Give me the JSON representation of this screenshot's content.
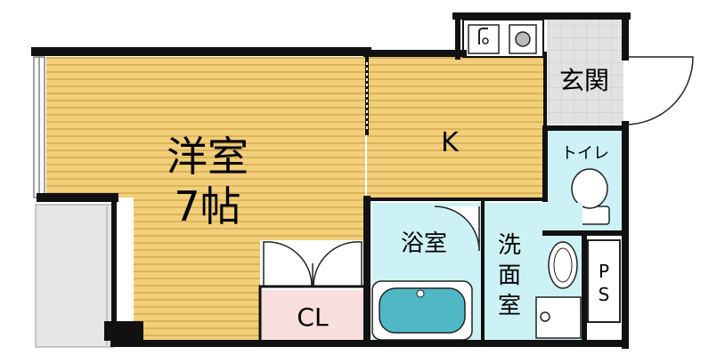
{
  "rooms": {
    "western_room": {
      "label": "洋室",
      "size": "7帖"
    },
    "kitchen": {
      "label": "K"
    },
    "entrance": {
      "label": "玄関"
    },
    "toilet": {
      "label": "トイレ"
    },
    "bathroom": {
      "label": "浴室"
    },
    "washroom": {
      "label_line1": "洗",
      "label_line2": "面",
      "label_line3": "室"
    },
    "closet": {
      "label": "CL"
    },
    "pipe_space": {
      "label_line1": "P",
      "label_line2": "S"
    }
  },
  "colors": {
    "wood_floor": "#f2cf7a",
    "wood_stripe": "#ddb357",
    "wet_area": "#cdf2f5",
    "bathtub": "#4fb8c4",
    "closet_floor": "#f9dede",
    "entrance_tile": "#e2e2e2",
    "balcony": "#e6e6e6",
    "wall": "#111111"
  }
}
